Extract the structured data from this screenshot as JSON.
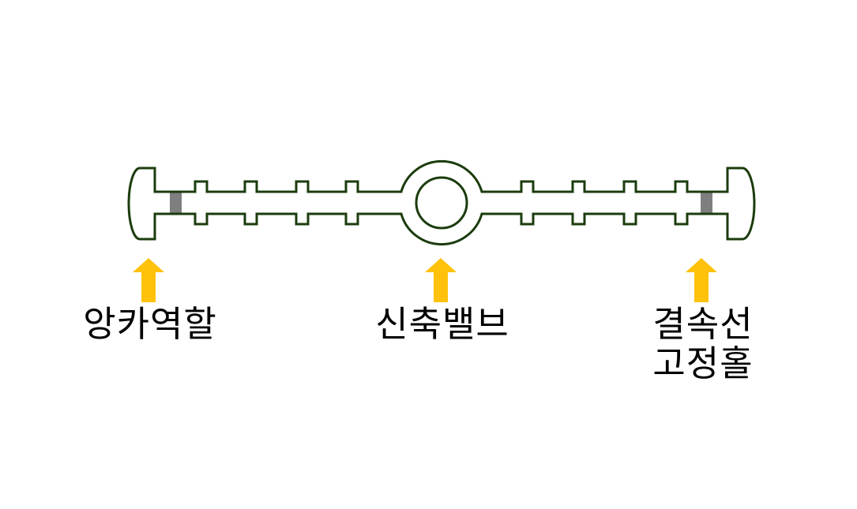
{
  "page": {
    "background_color": "#ffffff",
    "text_color": "#000000"
  },
  "diagram": {
    "subject": "waterstop-profile-cross-section",
    "outline_color": "#1b3c0d",
    "hole_color": "#7f7f7f",
    "arrow_color": "#ffc10a",
    "annotations": [
      {
        "id": "anchor-role",
        "icon": "up-arrow",
        "label": "앙카역할"
      },
      {
        "id": "expansion-valve",
        "icon": "up-arrow",
        "label": "신축밸브"
      },
      {
        "id": "binding-wire-fixing-hole",
        "icon": "up-arrow",
        "label_line1": "결속선",
        "label_line2": "고정홀"
      }
    ]
  }
}
